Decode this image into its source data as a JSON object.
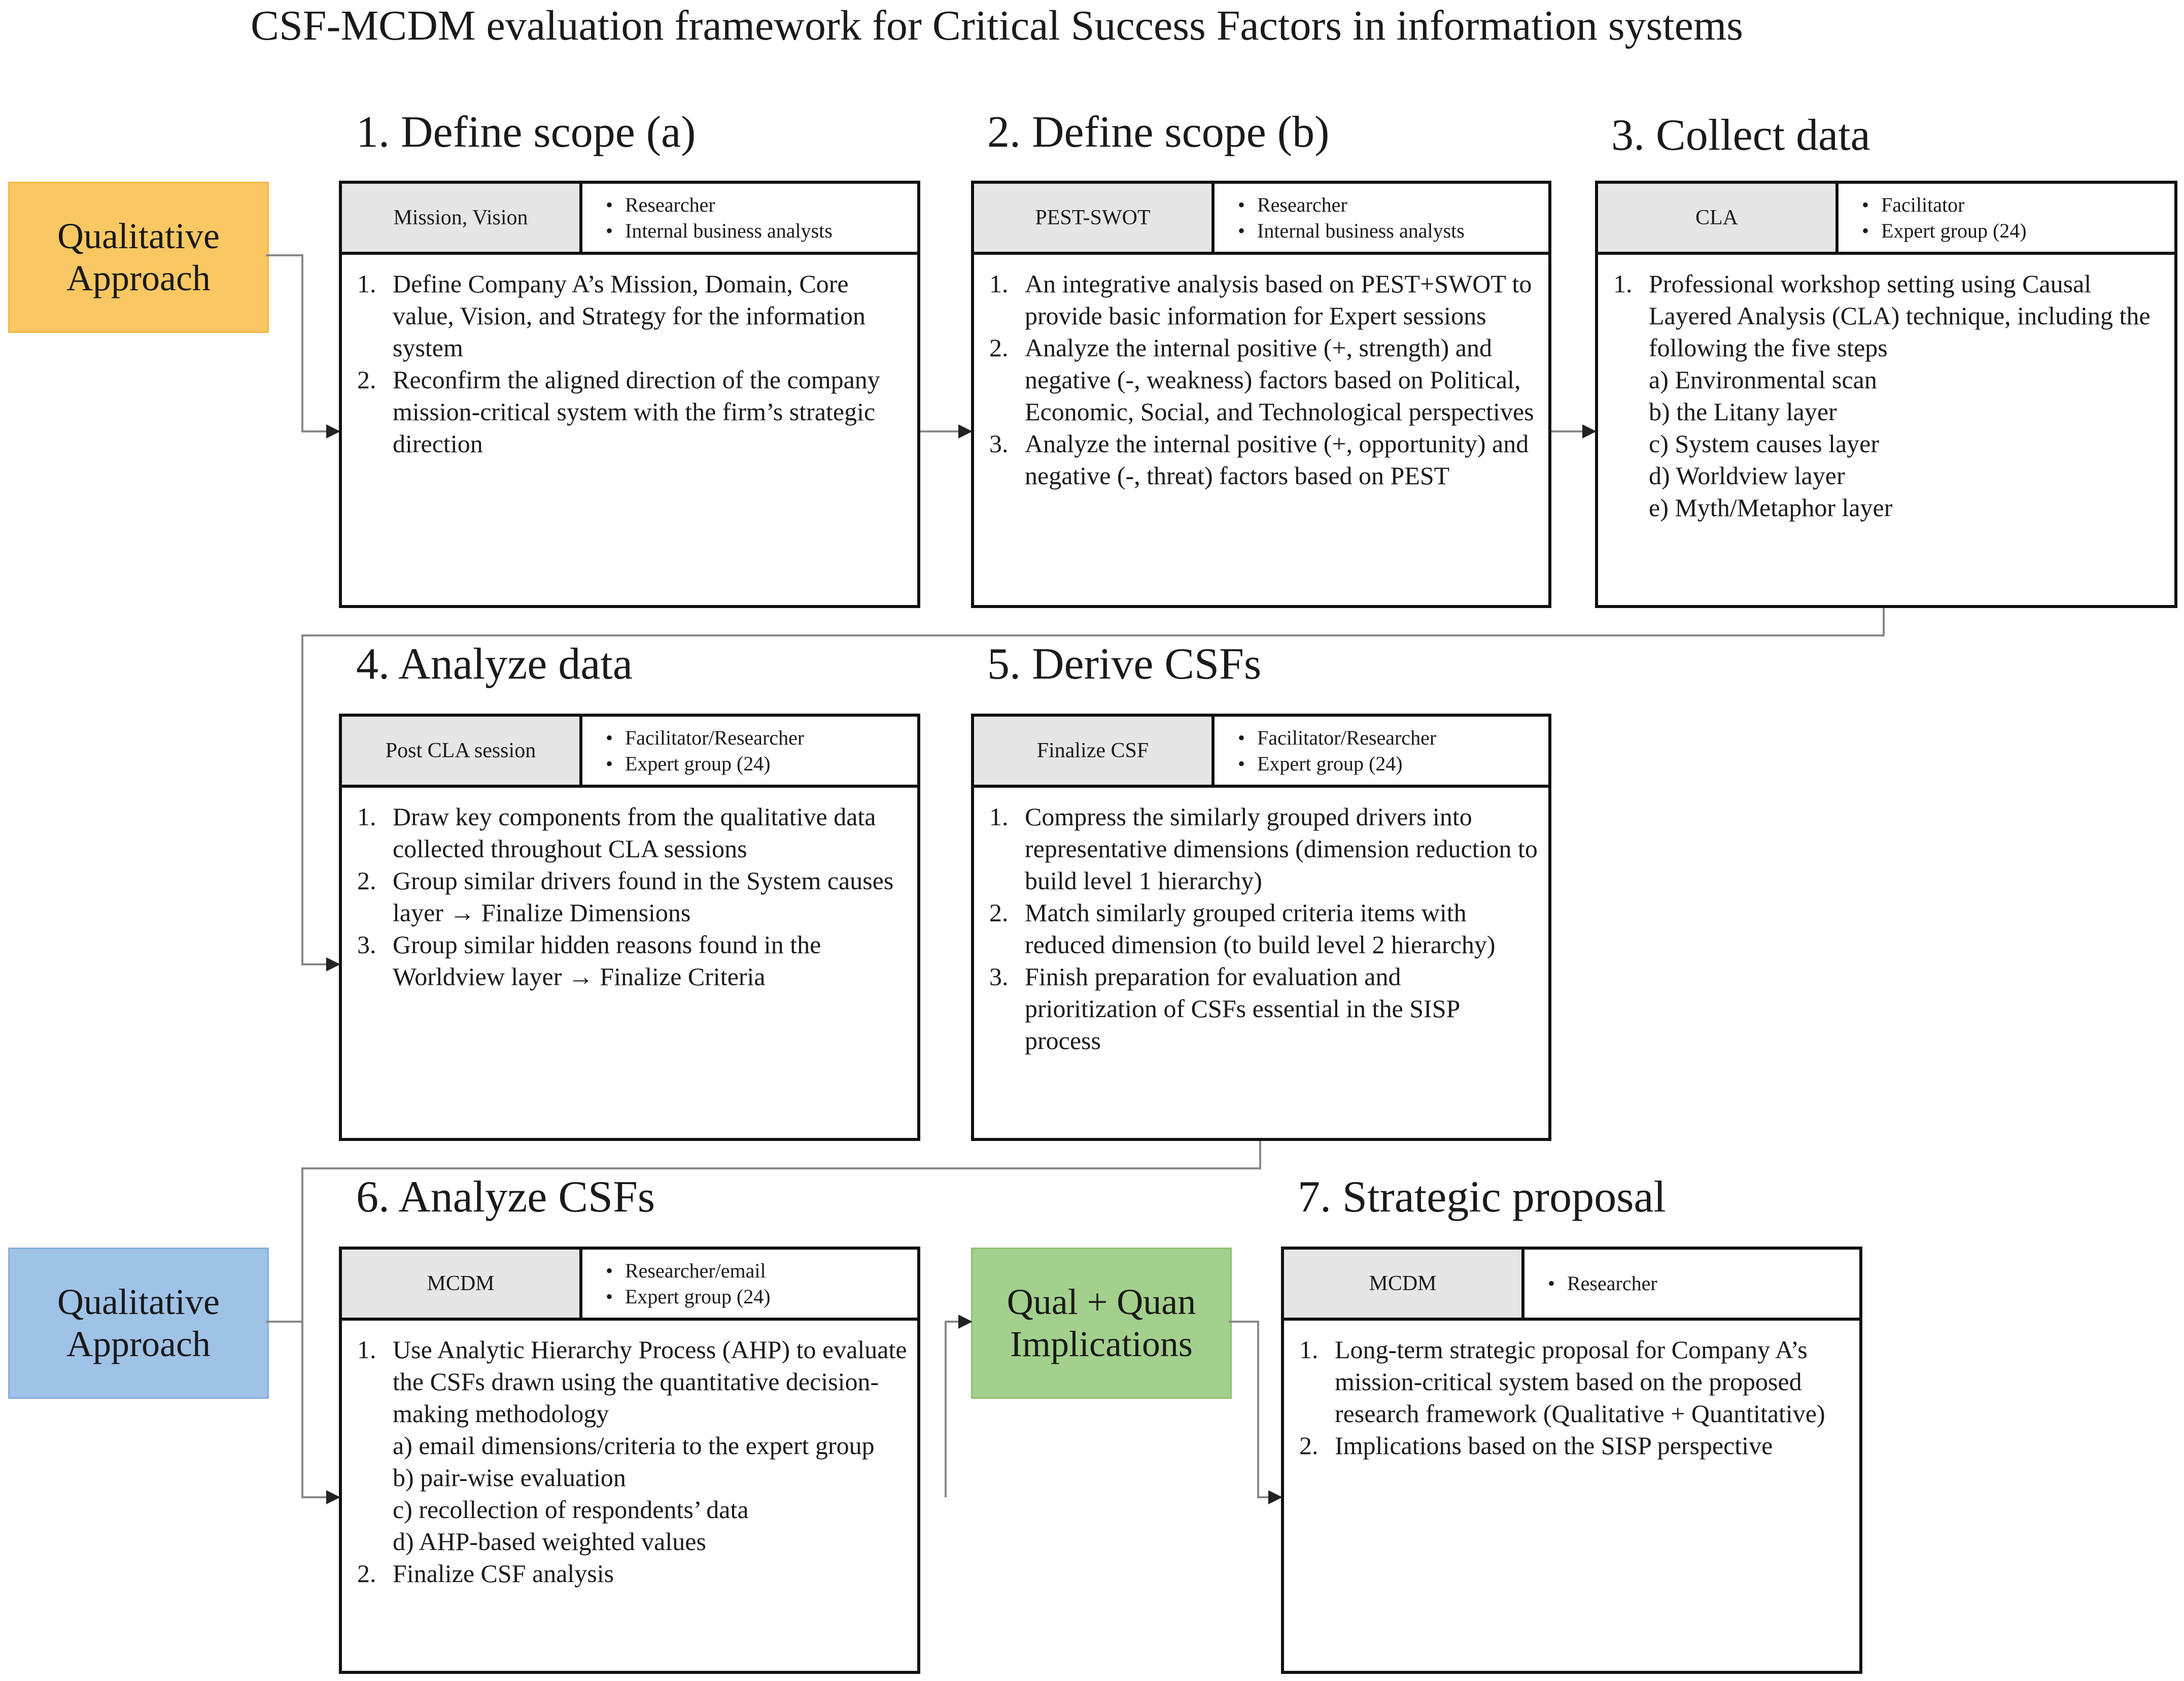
{
  "title": "CSF-MCDM evaluation framework for Critical Success Factors in information systems",
  "approaches": {
    "top": {
      "line1": "Qualitative",
      "line2": "Approach",
      "color": "#fac862"
    },
    "bottom": {
      "line1": "Qualitative",
      "line2": "Approach",
      "color": "#9fc2e7"
    },
    "middle": {
      "line1": "Qual + Quan",
      "line2": "Implications",
      "color": "#a3d08c"
    }
  },
  "steps": [
    {
      "title": "1. Define scope (a)",
      "method": "Mission, Vision",
      "roles": [
        "Researcher",
        "Internal business analysts"
      ],
      "items": [
        {
          "num": "1.",
          "lines": [
            "Define Company A’s Mission, Domain, Core value, Vision, and Strategy for the information system"
          ]
        },
        {
          "num": "2.",
          "lines": [
            "Reconfirm the aligned direction of the company mission-critical system with the firm’s strategic direction"
          ]
        }
      ]
    },
    {
      "title": "2. Define scope (b)",
      "method": "PEST-SWOT",
      "roles": [
        "Researcher",
        "Internal business analysts"
      ],
      "items": [
        {
          "num": "1.",
          "lines": [
            "An integrative analysis based on PEST+SWOT to provide basic information for Expert sessions"
          ]
        },
        {
          "num": "2.",
          "lines": [
            "Analyze the internal positive (+, strength) and negative (-, weakness) factors based on Political, Economic, Social, and Technological perspectives"
          ]
        },
        {
          "num": "3.",
          "lines": [
            "Analyze the internal positive (+, opportunity) and negative (-, threat) factors based on PEST"
          ]
        }
      ]
    },
    {
      "title": "3. Collect data",
      "method": "CLA",
      "roles": [
        "Facilitator",
        "Expert group (24)"
      ],
      "items": [
        {
          "num": "1.",
          "lines": [
            "Professional workshop setting using Causal Layered Analysis (CLA) technique, including the following the five steps",
            "a) Environmental scan",
            "b) the Litany layer",
            "c) System causes layer",
            "d) Worldview layer",
            "e) Myth/Metaphor layer"
          ]
        }
      ]
    },
    {
      "title": "4. Analyze data",
      "method": "Post CLA session",
      "roles": [
        "Facilitator/Researcher",
        "Expert group (24)"
      ],
      "items": [
        {
          "num": "1.",
          "lines": [
            "Draw key components from the qualitative data collected throughout CLA sessions"
          ]
        },
        {
          "num": "2.",
          "lines": [
            "Group similar drivers found in the System causes layer → Finalize Dimensions"
          ]
        },
        {
          "num": "3.",
          "lines": [
            "Group similar hidden reasons found in the Worldview layer → Finalize Criteria"
          ]
        }
      ]
    },
    {
      "title": "5. Derive CSFs",
      "method": "Finalize CSF",
      "roles": [
        "Facilitator/Researcher",
        "Expert group (24)"
      ],
      "items": [
        {
          "num": "1.",
          "lines": [
            "Compress the similarly grouped drivers into representative dimensions (dimension reduction to build level 1 hierarchy)"
          ]
        },
        {
          "num": "2.",
          "lines": [
            "Match similarly grouped criteria items with reduced dimension (to build level 2 hierarchy)"
          ]
        },
        {
          "num": "3.",
          "lines": [
            "Finish preparation for evaluation and prioritization of CSFs essential in the SISP process"
          ]
        }
      ]
    },
    {
      "title": "6. Analyze CSFs",
      "method": "MCDM",
      "roles": [
        "Researcher/email",
        "Expert group (24)"
      ],
      "items": [
        {
          "num": "1.",
          "lines": [
            "Use Analytic Hierarchy Process (AHP) to evaluate the CSFs drawn using the quantitative decision-making methodology",
            "a) email dimensions/criteria to the expert group",
            "b) pair-wise evaluation",
            "c) recollection of respondents’ data",
            "d) AHP-based weighted values"
          ]
        },
        {
          "num": "2.",
          "lines": [
            "Finalize CSF analysis"
          ]
        }
      ]
    },
    {
      "title": "7. Strategic proposal",
      "method": "MCDM",
      "roles": [
        "Researcher"
      ],
      "items": [
        {
          "num": "1.",
          "lines": [
            "Long-term strategic proposal for Company A’s mission-critical system based on the proposed research framework (Qualitative + Quantitative)"
          ]
        },
        {
          "num": "2.",
          "lines": [
            "Implications based on the SISP perspective"
          ]
        }
      ]
    }
  ]
}
